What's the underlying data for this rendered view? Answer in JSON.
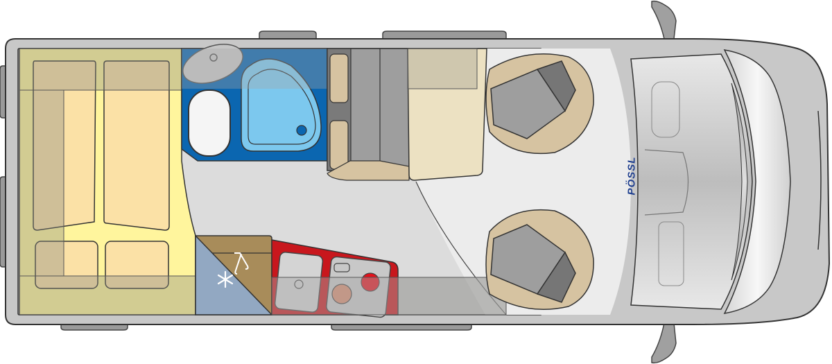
{
  "diagram": {
    "type": "campervan-floor-plan",
    "orientation": "top-down, front of vehicle on right",
    "brand_label": "PÖSSL",
    "zones": [
      {
        "name": "rear-bed",
        "label": "Rear double bed (split cushions)"
      },
      {
        "name": "bathroom",
        "label": "Bathroom with toilet, washbasin and shower"
      },
      {
        "name": "bench-seat",
        "label": "Bench seat"
      },
      {
        "name": "table",
        "label": "Table"
      },
      {
        "name": "wardrobe",
        "label": "Wardrobe"
      },
      {
        "name": "fridge",
        "label": "Fridge"
      },
      {
        "name": "kitchen",
        "label": "Kitchen with sink and two-burner hob"
      },
      {
        "name": "driver-seat",
        "label": "Swivel driver seat"
      },
      {
        "name": "passenger-seat",
        "label": "Swivel passenger seat"
      },
      {
        "name": "cab",
        "label": "Cab / dashboard"
      }
    ],
    "icons": [
      "snowflake-icon",
      "hanger-icon",
      "sink-icon",
      "hob-icon",
      "toilet-icon",
      "shower-tray-icon"
    ]
  },
  "colors": {
    "body_outline": "#c8c8c8",
    "stroke": "#333333",
    "floor": "#dcdcdc",
    "bed_base": "#fff59d",
    "bed_cushion": "#fbe1a6",
    "overhead_cabinet": "#a39f8f",
    "bathroom_blue": "#0b66b0",
    "shower_blue": "#7cc8ee",
    "bench_tan": "#d6c3a1",
    "table_cream": "#ece1c2",
    "seat_grey": "#9e9e9e",
    "wardrobe_brown": "#a88c5a",
    "fridge_blue": "#92a8c2",
    "kitchen_red": "#c8171d",
    "hob_red": "#e3111c",
    "brand_blue": "#1f3f8f",
    "window_grey": "#9a9a9a"
  }
}
